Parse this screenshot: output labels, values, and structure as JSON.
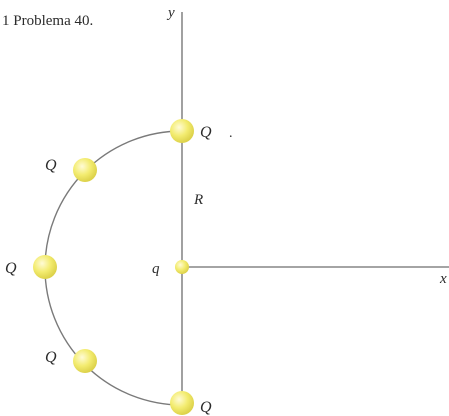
{
  "caption": "1 Problema 40.",
  "axes": {
    "x_label": "x",
    "y_label": "y"
  },
  "radius_label": "R",
  "center_charge": {
    "label": "q"
  },
  "charges": [
    {
      "label": "Q",
      "angle_deg": 90
    },
    {
      "label": "Q",
      "angle_deg": 135
    },
    {
      "label": "Q",
      "angle_deg": 180
    },
    {
      "label": "Q",
      "angle_deg": 225
    },
    {
      "label": "Q",
      "angle_deg": 270
    }
  ],
  "stray_mark": ".",
  "colors": {
    "line": "#6e6e6e",
    "arc": "#7a7a7a",
    "text": "#2b2b2b",
    "charge_fill": "#f3ec70",
    "charge_highlight": "#fffbd6",
    "charge_edge": "#ddd24a"
  }
}
